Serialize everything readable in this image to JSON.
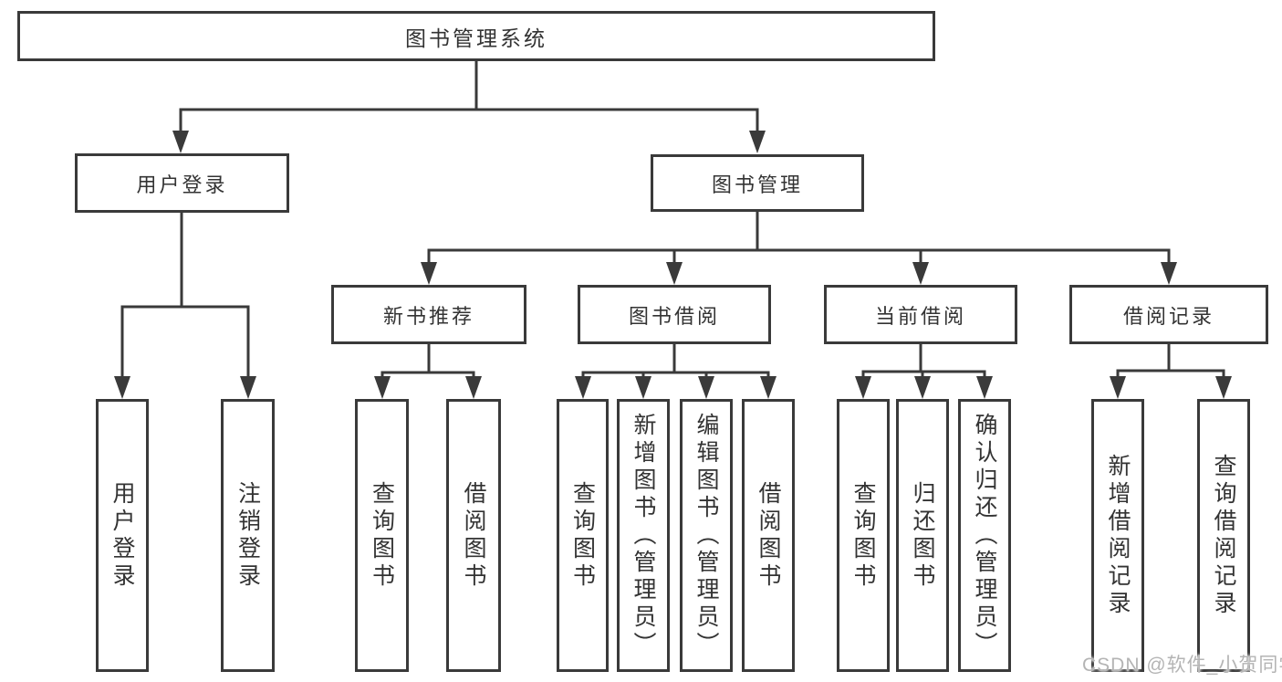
{
  "diagram": {
    "nodes": {
      "root": {
        "label": "图书管理系统"
      },
      "user_login": {
        "label": "用户登录"
      },
      "book_mgmt": {
        "label": "图书管理"
      },
      "new_book_rec": {
        "label": "新书推荐"
      },
      "book_borrow": {
        "label": "图书借阅"
      },
      "current_borrow": {
        "label": "当前借阅"
      },
      "borrow_records": {
        "label": "借阅记录"
      },
      "user_login_children": [
        {
          "label": "用户登录"
        },
        {
          "label": "注销登录"
        }
      ],
      "new_book_rec_children": [
        {
          "label": "查询图书"
        },
        {
          "label": "借阅图书"
        }
      ],
      "book_borrow_children": [
        {
          "label": "查询图书"
        },
        {
          "label": "新增图书（管理员）"
        },
        {
          "label": "编辑图书（管理员）"
        },
        {
          "label": "借阅图书"
        }
      ],
      "current_borrow_children": [
        {
          "label": "查询图书"
        },
        {
          "label": "归还图书"
        },
        {
          "label": "确认归还（管理员）"
        }
      ],
      "borrow_records_children": [
        {
          "label": "新增借阅记录"
        },
        {
          "label": "查询借阅记录"
        }
      ]
    },
    "colors": {
      "line": "#3a3a3a",
      "box_border": "#3a3a3a",
      "text": "#333333",
      "background": "#ffffff",
      "watermark_text": "#b4b4b4"
    },
    "watermark": "CSDN @软件_小贺同学"
  }
}
